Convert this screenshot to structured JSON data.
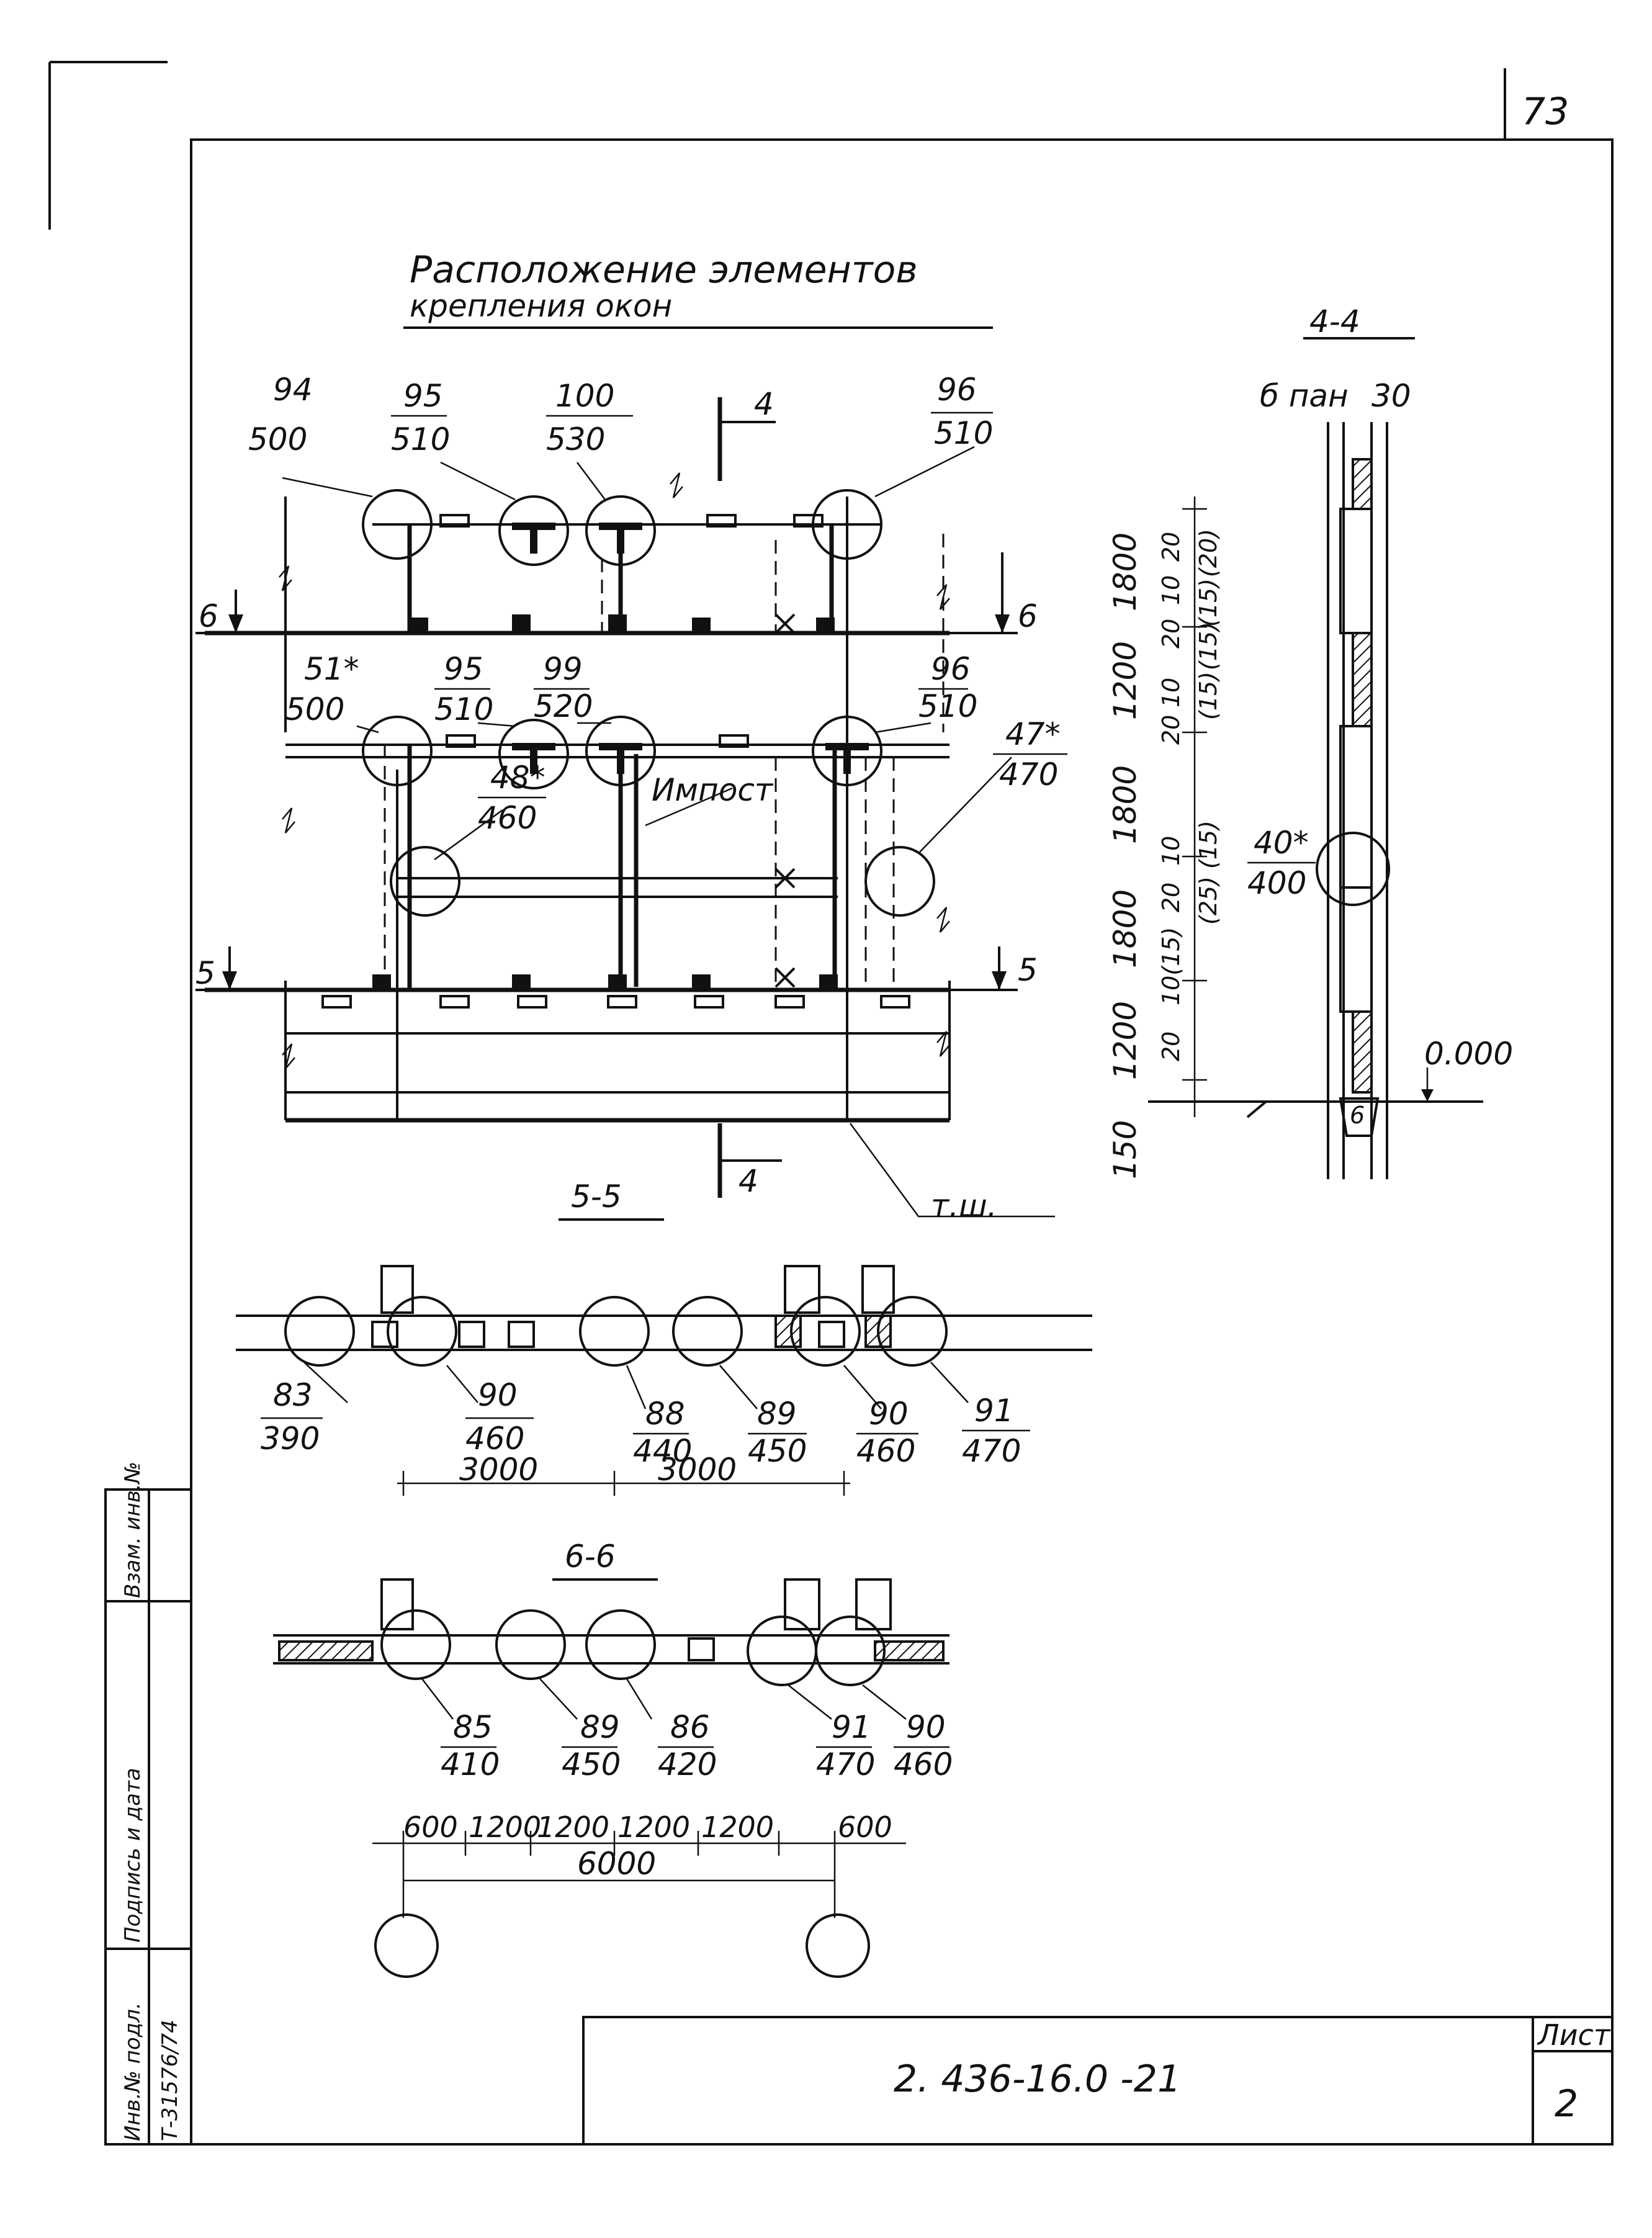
{
  "sheet": {
    "page_number": "73",
    "title_line1": "Расположение элементов",
    "title_line2": "крепления окон",
    "drawing_code": "2. 436-16.0 -21",
    "sheet_label": "Лист",
    "sheet_number": "2",
    "stamp": {
      "inv_no_label": "Инв.№ подл.",
      "inv_no_value": "Т-31576/74",
      "sign_date_label": "Подпись и дата",
      "replace_label": "Взам. инв.№"
    }
  },
  "section_marks": {
    "cut_4": "4",
    "cut_5": "5",
    "cut_6": "6",
    "section_4_4": "4-4",
    "section_5_5": "5-5",
    "section_6_6": "6-6"
  },
  "elevation": {
    "top_row": [
      {
        "mark": "94",
        "value": "500"
      },
      {
        "mark": "95",
        "value": "510"
      },
      {
        "mark": "100",
        "value": "530"
      },
      {
        "mark": "96",
        "value": "510"
      }
    ],
    "mid_row": [
      {
        "mark": "51*",
        "value": "500"
      },
      {
        "mark": "95",
        "value": "510"
      },
      {
        "mark": "99",
        "value": "520"
      },
      {
        "mark": "96",
        "value": "510"
      }
    ],
    "side_marks": [
      {
        "mark": "48*",
        "value": "460"
      },
      {
        "mark": "47*",
        "value": "470"
      }
    ],
    "impost_label": "Импост",
    "tsh_label": "т.ш."
  },
  "section44": {
    "panel_label": "б пан",
    "gap_label": "30",
    "mark": {
      "mark": "40*",
      "value": "400"
    },
    "level": "0.000",
    "heights": [
      "1800",
      "1200",
      "1800",
      "1800",
      "1200",
      "150"
    ],
    "joints": [
      "20",
      "(20)",
      "10",
      "(15)",
      "20",
      "(15)",
      "10",
      "(15)",
      "20",
      "(15)",
      "10",
      "20",
      "(25)",
      "10(15)",
      "20"
    ]
  },
  "section55": {
    "nodes": [
      {
        "mark": "83",
        "value": "390"
      },
      {
        "mark": "90",
        "value": "460"
      },
      {
        "mark": "88",
        "value": "440"
      },
      {
        "mark": "89",
        "value": "450"
      },
      {
        "mark": "90",
        "value": "460"
      },
      {
        "mark": "91",
        "value": "470"
      }
    ],
    "spans": [
      "3000",
      "3000"
    ]
  },
  "section66": {
    "nodes": [
      {
        "mark": "85",
        "value": "410"
      },
      {
        "mark": "89",
        "value": "450"
      },
      {
        "mark": "86",
        "value": "420"
      },
      {
        "mark": "91",
        "value": "470"
      },
      {
        "mark": "90",
        "value": "460"
      }
    ],
    "dims": [
      "600",
      "1200",
      "1200",
      "1200",
      "1200",
      "600"
    ],
    "total": "6000"
  }
}
